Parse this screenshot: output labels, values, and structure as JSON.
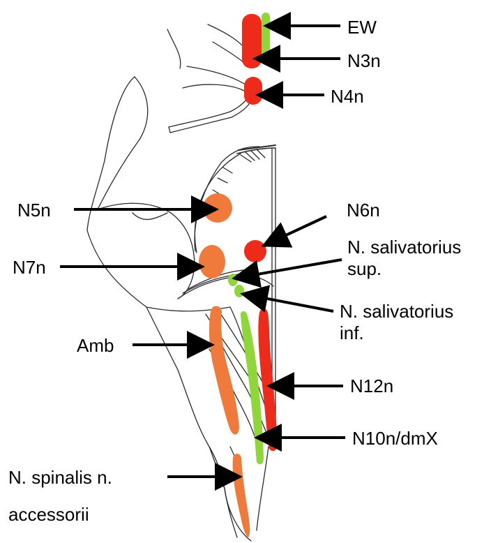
{
  "labels": {
    "ew": "EW",
    "n3n": "N3n",
    "n4n": "N4n",
    "n5n": "N5n",
    "n6n": "N6n",
    "n7n": "N7n",
    "sal_sup_line1": "N. salivatorius",
    "sal_sup_line2": "sup.",
    "sal_inf_line1": "N. salivatorius",
    "sal_inf_line2": "inf.",
    "amb": "Amb",
    "n12n": "N12n",
    "n10n": "N10n/dmX",
    "spinal_line1": "N. spinalis n.",
    "spinal_line2": "accessorii"
  },
  "colors": {
    "motor_somatic": "#ee2a1b",
    "motor_branchial": "#f07a3c",
    "parasympathetic": "#8fd63a",
    "outline": "#2a2a2a",
    "arrow": "#000000"
  }
}
